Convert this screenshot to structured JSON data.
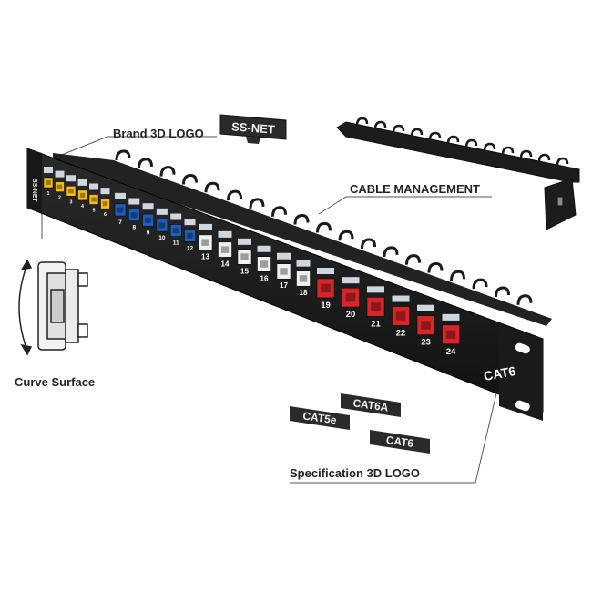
{
  "callouts": {
    "brand_logo": "Brand 3D LOGO",
    "cable_management": "CABLE MANAGEMENT",
    "curve_surface": "Curve Surface",
    "specification_logo": "Specification 3D LOGO"
  },
  "badges": {
    "brand": "SS-NET",
    "cat6a": "CAT6A",
    "cat5e": "CAT5e",
    "cat6_loose": "CAT6"
  },
  "panel": {
    "brand_mark": "SS-NET",
    "spec_label": "CAT6",
    "port_numbers": [
      "1",
      "2",
      "3",
      "4",
      "5",
      "6",
      "7",
      "8",
      "9",
      "10",
      "11",
      "12",
      "13",
      "14",
      "15",
      "16",
      "17",
      "18",
      "19",
      "20",
      "21",
      "22",
      "23",
      "24"
    ]
  },
  "colors": {
    "panel_body": "#1c1c1c",
    "port_group_1": "#f3bd1a",
    "port_group_2": "#1e5fb8",
    "port_group_3": "#f1f1f1",
    "port_group_4": "#d8252b",
    "label_strip": "#cfd6de"
  }
}
